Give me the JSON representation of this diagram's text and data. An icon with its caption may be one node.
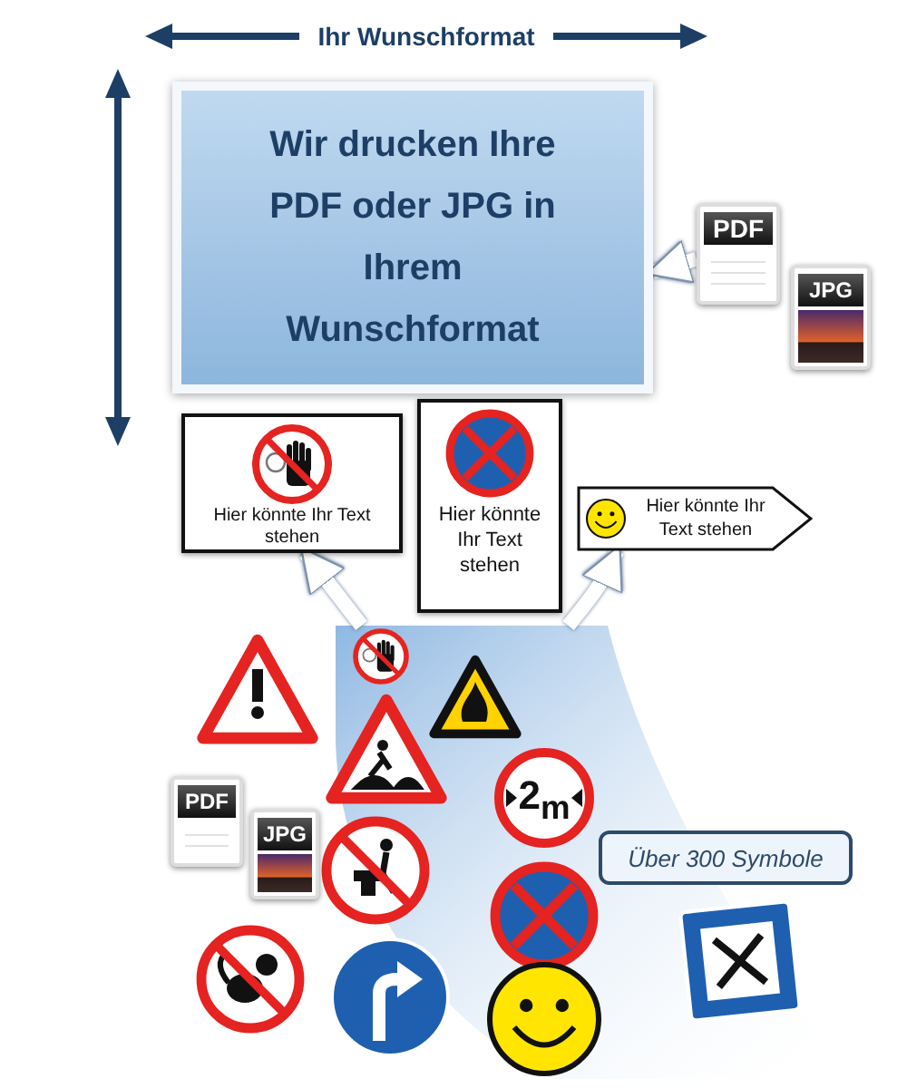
{
  "diagram": {
    "nodes": [
      {
        "text": [
          "Wir drucken Ihre PDF oder JPG in Ihrem Wunschformat"
        ]
      },
      {
        "text": [
          "PDF"
        ]
      },
      {
        "text": [
          "JPG"
        ]
      },
      {
        "text": [
          "Hier könnte Ihr Text stehen"
        ]
      },
      {
        "text": [
          "Hier könnte Ihr Text stehen"
        ]
      },
      {
        "text": [
          "Hier könnte Ihr Text stehen"
        ]
      },
      {
        "text": [],
        "shape": "picture"
      },
      {
        "text": [
          "PDF"
        ]
      },
      {
        "text": [
          "JPG"
        ]
      },
      {
        "text": [
          "Über 300 Symbole"
        ]
      }
    ],
    "edges": [
      {
        "from": 1,
        "to": 0,
        "arrow": "to"
      },
      {
        "from": 6,
        "to": 3,
        "arrow": "to"
      },
      {
        "from": 6,
        "to": 5,
        "arrow": "to"
      }
    ],
    "labels": [
      "Ihr Wunschformat",
      "2$_{m}$"
    ]
  }
}
